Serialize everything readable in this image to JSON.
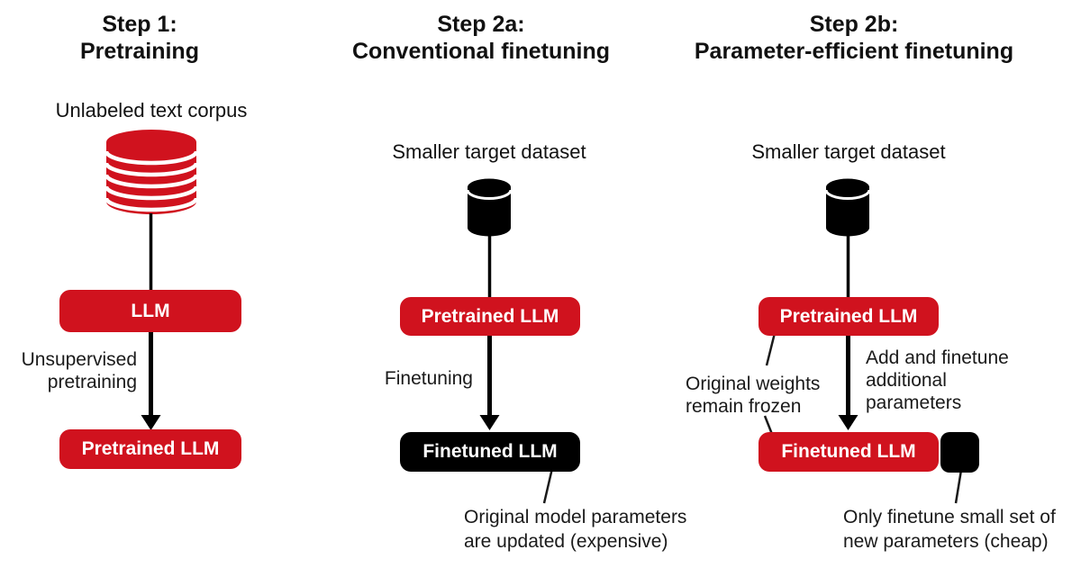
{
  "colors": {
    "accent_red": "#d0121e",
    "box_black": "#000000",
    "text": "#111111",
    "background": "#ffffff"
  },
  "step1": {
    "title_lines": [
      "Step 1:",
      "Pretraining"
    ],
    "dataset_label": "Unlabeled text corpus",
    "dataset_icon": "database-stack-icon",
    "model_box": "LLM",
    "process_label_lines": [
      "Unsupervised",
      "pretraining"
    ],
    "result_box": "Pretrained LLM"
  },
  "step2a": {
    "title_lines": [
      "Step 2a:",
      "Conventional finetuning"
    ],
    "dataset_label": "Smaller target dataset",
    "dataset_icon": "database-icon",
    "model_box": "Pretrained LLM",
    "process_label_lines": [
      "Finetuning"
    ],
    "result_box": "Finetuned LLM",
    "annotation_lines": [
      "Original model parameters",
      "are updated (expensive)"
    ]
  },
  "step2b": {
    "title_lines": [
      "Step 2b:",
      "Parameter-efficient finetuning"
    ],
    "dataset_label": "Smaller target dataset",
    "dataset_icon": "database-icon",
    "model_box": "Pretrained LLM",
    "frozen_note_lines": [
      "Original weights",
      "remain frozen"
    ],
    "process_label_lines": [
      "Add and finetune",
      "additional",
      "parameters"
    ],
    "result_box": "Finetuned LLM",
    "adapter_icon": "adapter-parameters-icon",
    "annotation_lines": [
      "Only finetune small set of",
      "new parameters (cheap)"
    ]
  }
}
